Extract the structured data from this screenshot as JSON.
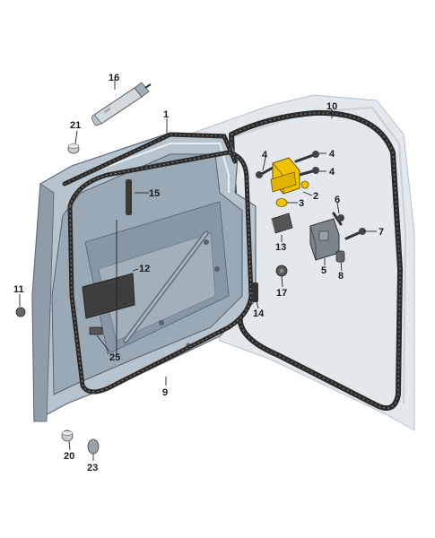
{
  "colors": {
    "door_panel": "#9aa9b6",
    "door_panel_dark": "#7d8d9b",
    "door_frame": "#b9c5cf",
    "body_opening": "#dfe5ea",
    "seal_black": "#2b2b2b",
    "highlight": "#f2c200"
  },
  "callouts": {
    "c1": "1",
    "c2": "2",
    "c3": "3",
    "c4a": "4",
    "c4b": "4",
    "c4c": "4",
    "c5": "5",
    "c6": "6",
    "c7": "7",
    "c8": "8",
    "c9": "9",
    "c10": "10",
    "c11": "11",
    "c12": "12",
    "c13": "13",
    "c14": "14",
    "c15": "15",
    "c16": "16",
    "c17": "17",
    "c20": "20",
    "c21": "21",
    "c23": "23",
    "c25": "25"
  },
  "icons": {
    "tube": "adhesive-tube-icon",
    "bolt": "bolt-icon",
    "nut": "nut-icon",
    "plug": "plug-icon"
  }
}
